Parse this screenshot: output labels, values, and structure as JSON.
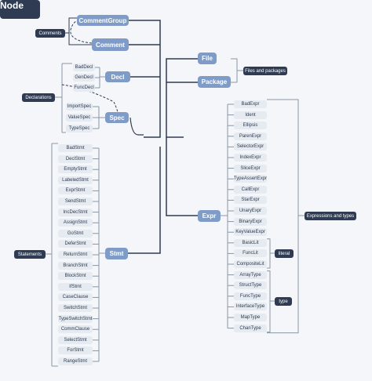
{
  "root": "Node",
  "top": {
    "comment_group": "CommentGroup",
    "comment": "Comment"
  },
  "tags": {
    "comments": "Comments",
    "declarations": "Declarations",
    "files_and_packages": "Files and packages",
    "statements": "Statements",
    "expressions_and_types": "Expressions and types",
    "literal": "literal",
    "type": "type"
  },
  "decl": {
    "label": "Decl",
    "items": [
      "BadDecl",
      "GenDecl",
      "FuncDecl"
    ]
  },
  "spec": {
    "label": "Spec",
    "items": [
      "ImportSpec",
      "ValueSpec",
      "TypeSpec"
    ]
  },
  "file": "File",
  "package": "Package",
  "stmt": {
    "label": "Stmt",
    "items": [
      "BadStmt",
      "DeclStmt",
      "EmptyStmt",
      "LabeledStmt",
      "ExprStmt",
      "SendStmt",
      "IncDecStmt",
      "AssignStmt",
      "GoStmt",
      "DeferStmt",
      "ReturnStmt",
      "BranchStmt",
      "BlockStmt",
      "IfStmt",
      "CaseClause",
      "SwitchStmt",
      "TypeSwitchStmt",
      "CommClause",
      "SelectStmt",
      "ForStmt",
      "RangeStmt"
    ]
  },
  "expr": {
    "label": "Expr",
    "items": [
      "BadExpr",
      "Ident",
      "Ellipsis",
      "ParenExpr",
      "SelectorExpr",
      "IndexExpr",
      "SliceExpr",
      "TypeAssertExpr",
      "CallExpr",
      "StarExpr",
      "UnaryExpr",
      "BinaryExpr",
      "KeyValueExpr",
      "BasicLit",
      "FuncLit",
      "CompositeLit",
      "ArrayType",
      "StructType",
      "FuncType",
      "InterfaceType",
      "MapType",
      "ChanType"
    ]
  }
}
